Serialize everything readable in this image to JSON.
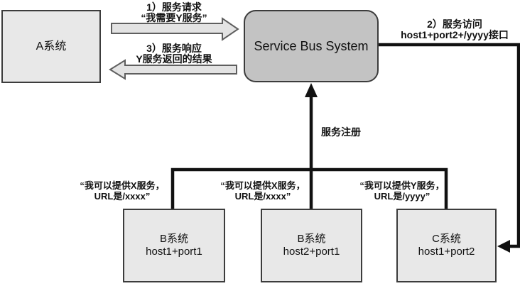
{
  "diagram": {
    "nodes": {
      "system_a": {
        "label": "A系统"
      },
      "service_bus": {
        "label": "Service Bus System"
      },
      "system_b1": {
        "title": "B系统",
        "subtitle": "host1+port1"
      },
      "system_b2": {
        "title": "B系统",
        "subtitle": "host2+port1"
      },
      "system_c": {
        "title": "C系统",
        "subtitle": "host1+port2"
      }
    },
    "labels": {
      "request": {
        "line1": "1）服务请求",
        "line2": "“我需要Y服务”"
      },
      "response": {
        "line1": "3）服务响应",
        "line2": "Y服务返回的结果"
      },
      "access": {
        "line1": "2）服务访问",
        "line2": "host1+port2+/yyyy接口"
      },
      "register": "服务注册",
      "offer_b1": {
        "line1": "“我可以提供X服务，",
        "line2": "URL是/xxxx”"
      },
      "offer_b2": {
        "line1": "“我可以提供X服务，",
        "line2": "URL是/xxxx”"
      },
      "offer_c": {
        "line1": "“我可以提供Y服务，",
        "line2": "URL是/yyyy”"
      }
    },
    "colors": {
      "background": "#ffffff",
      "node_fill": "#e8e8e8",
      "bus_fill": "#c3c3c3",
      "node_border": "#3c3c3c",
      "block_arrow_fill": "#e3e3e3",
      "block_arrow_stroke": "#5f5f5f",
      "connector": "#111111",
      "text": "#111111"
    }
  }
}
